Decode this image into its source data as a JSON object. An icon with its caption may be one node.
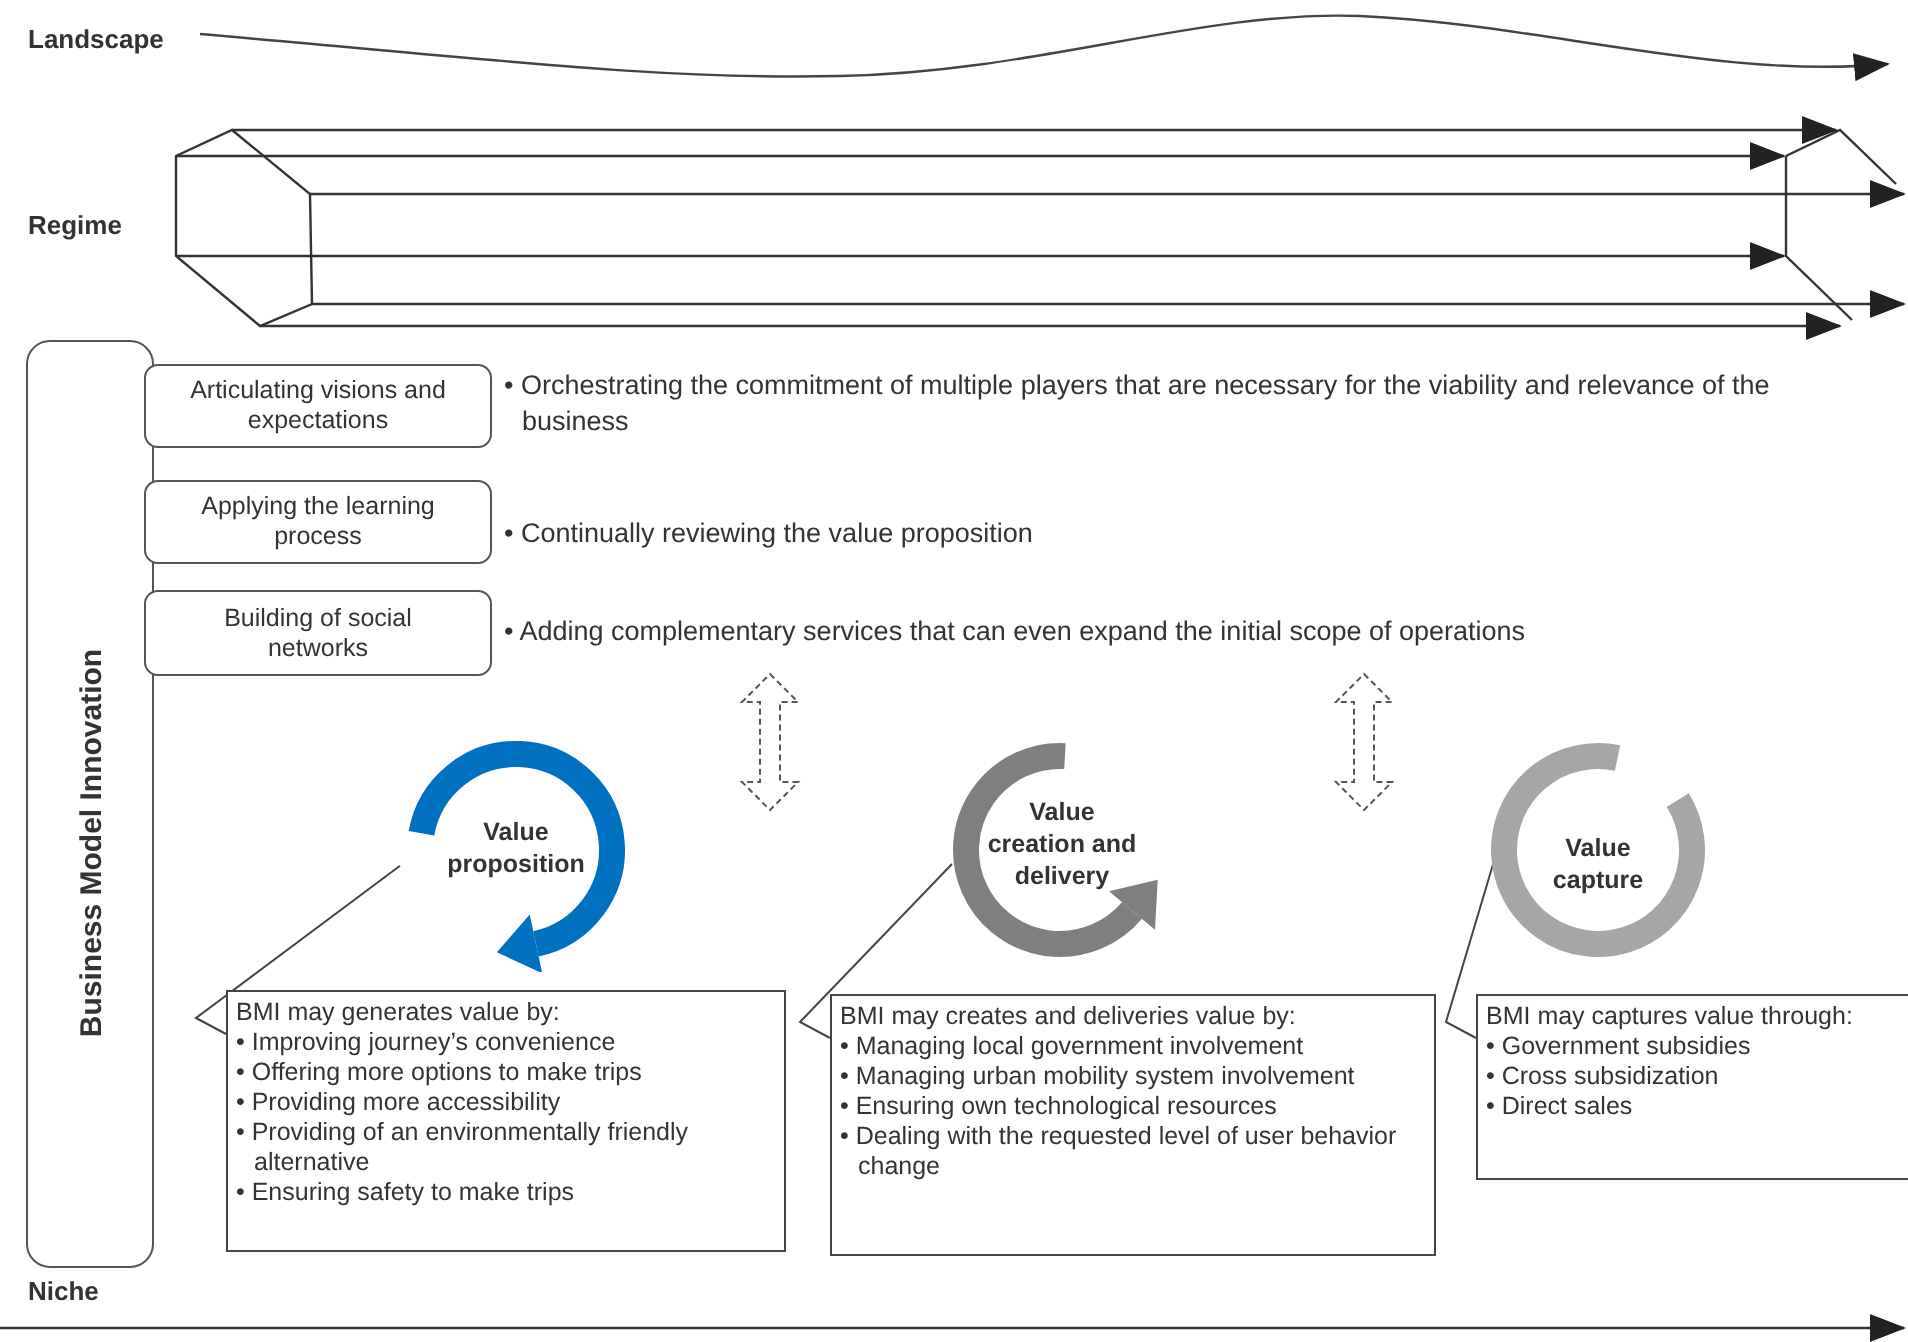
{
  "diagram": {
    "nodes": [
      {
        "text": [
          "Business Model Innovation"
        ]
      },
      {
        "text": [
          "Articulating visions and expectations"
        ],
        "beside": [
          "• Orchestrating the commitment of multiple players that are necessary for the viability and relevance of the business"
        ]
      },
      {
        "text": [
          "Applying the learning process"
        ],
        "beside": [
          "• Continually reviewing the value proposition"
        ]
      },
      {
        "text": [
          "Building of social networks"
        ],
        "beside": [
          "• Adding complementary services that can even expand the initial scope of operations"
        ]
      },
      {
        "text": [
          "Value proposition"
        ]
      },
      {
        "text": [
          "Value creation and delivery"
        ]
      },
      {
        "text": [
          "Value capture"
        ]
      },
      {
        "text": [
          "BMI may generates value by:",
          "• Improving journey’s convenience",
          "• Offering more options to make trips",
          "• Providing more accessibility",
          "• Providing of an environmentally friendly alternative",
          "• Ensuring safety to make trips"
        ]
      },
      {
        "text": [
          "BMI may creates and deliveries value by:",
          "• Managing local government involvement",
          "• Managing urban mobility system involvement",
          "• Ensuring own technological resources",
          "• Dealing with the requested level of user behavior change"
        ]
      },
      {
        "text": [
          "BMI may captures value through:",
          "• Government subsidies",
          "• Cross subsidization",
          "• Direct sales"
        ]
      }
    ],
    "edges": [
      {
        "from": 7,
        "to": 4,
        "arrow": "none"
      },
      {
        "from": 8,
        "to": 5,
        "arrow": "none"
      },
      {
        "from": 9,
        "to": 6,
        "arrow": "none"
      }
    ],
    "labels": [
      "Landscape",
      "Regime",
      "Niche"
    ]
  }
}
